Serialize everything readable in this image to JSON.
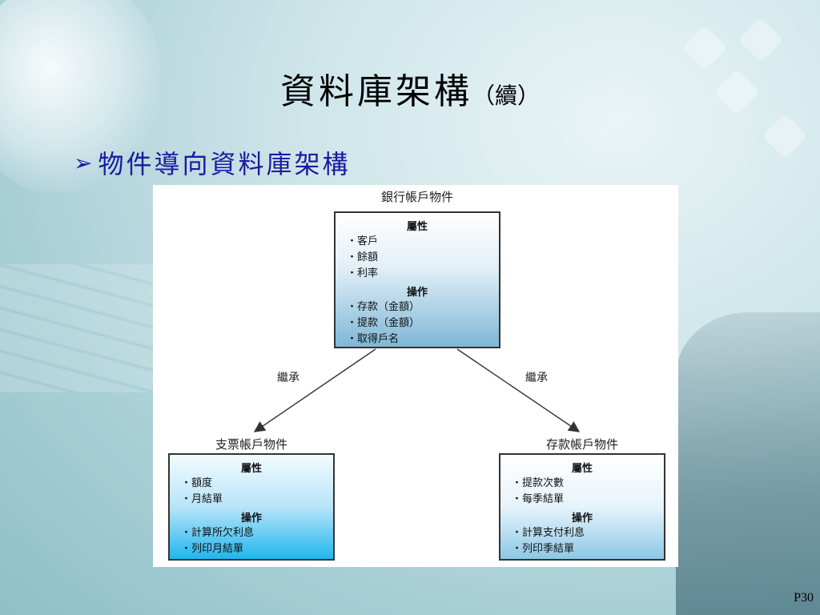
{
  "slide": {
    "title_main": "資料庫架構",
    "title_suffix": "（續）",
    "bullet_text": "物件導向資料庫架構",
    "page_number": "P30"
  },
  "diagram": {
    "top": {
      "title": "銀行帳戶物件",
      "attr_header": "屬性",
      "attributes": [
        "客戶",
        "餘額",
        "利率"
      ],
      "op_header": "操作",
      "operations": [
        "存款（金額）",
        "提款（金額）",
        "取得戶名"
      ]
    },
    "left": {
      "title": "支票帳戶物件",
      "attr_header": "屬性",
      "attributes": [
        "額度",
        "月結單"
      ],
      "op_header": "操作",
      "operations": [
        "計算所欠利息",
        "列印月結單"
      ]
    },
    "right": {
      "title": "存款帳戶物件",
      "attr_header": "屬性",
      "attributes": [
        "提款次數",
        "每季結單"
      ],
      "op_header": "操作",
      "operations": [
        "計算支付利息",
        "列印季結單"
      ]
    },
    "inherit_left": "繼承",
    "inherit_right": "繼承"
  }
}
